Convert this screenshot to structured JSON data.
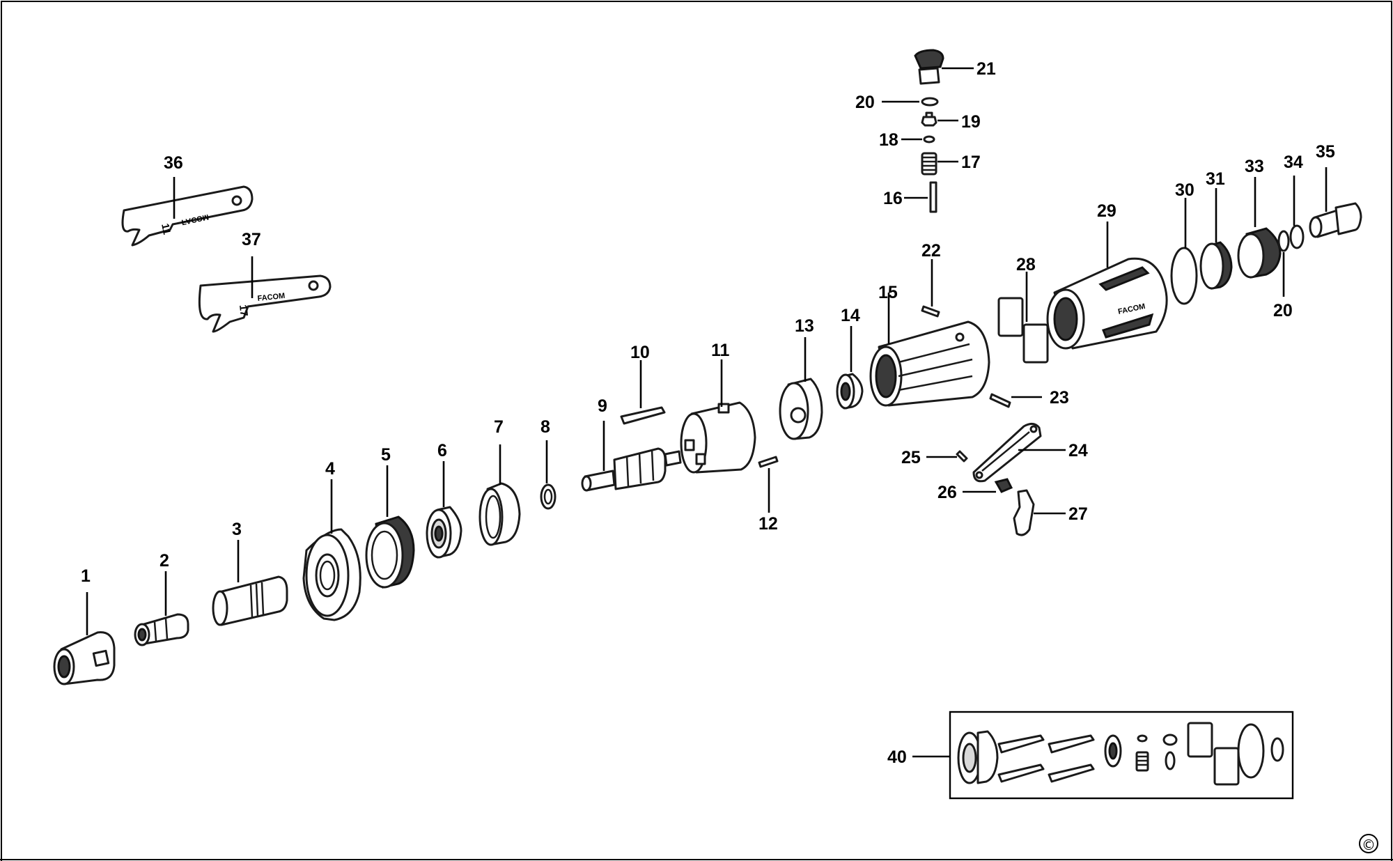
{
  "labels": {
    "p1": "1",
    "p2": "2",
    "p3": "3",
    "p4": "4",
    "p5": "5",
    "p6": "6",
    "p7": "7",
    "p8": "8",
    "p9": "9",
    "p10": "10",
    "p11": "11",
    "p12": "12",
    "p13": "13",
    "p14": "14",
    "p15": "15",
    "p16": "16",
    "p17": "17",
    "p18": "18",
    "p19": "19",
    "p20a": "20",
    "p20b": "20",
    "p21": "21",
    "p22": "22",
    "p23": "23",
    "p24": "24",
    "p25": "25",
    "p26": "26",
    "p27": "27",
    "p28": "28",
    "p29": "29",
    "p30": "30",
    "p31": "31",
    "p33": "33",
    "p34": "34",
    "p35": "35",
    "p36": "36",
    "p37": "37",
    "p40": "40"
  },
  "wrench_36": {
    "size": "11",
    "brand": "FACOM"
  },
  "wrench_37": {
    "size": "17",
    "brand": "FACOM"
  },
  "housing_brand": "FACOM",
  "copyright": "©"
}
